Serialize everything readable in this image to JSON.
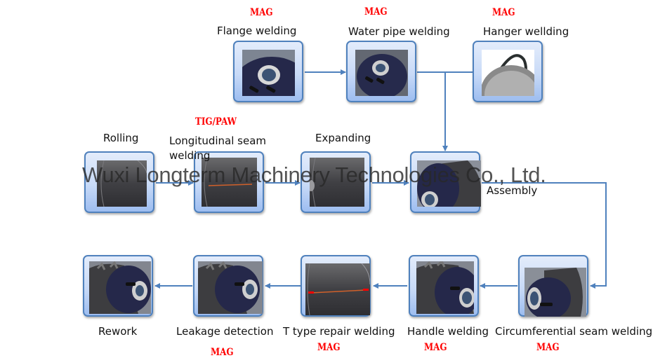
{
  "diagram": {
    "title": "Welding production process flow",
    "watermark": "Wuxi Longterm Machinery Technologies Co., Ltd.",
    "colors": {
      "connector": "#4f81bd",
      "process_label": "#ff0000",
      "node_border": "#4f81bd"
    },
    "steps": [
      {
        "id": "flange",
        "label": "Flange welding",
        "process": "MAG",
        "image": "flange-icon"
      },
      {
        "id": "water_pipe",
        "label": "Water pipe welding",
        "process": "MAG",
        "image": "water-pipe-icon"
      },
      {
        "id": "hanger",
        "label": "Hanger wellding",
        "process": "MAG",
        "image": "hanger-icon"
      },
      {
        "id": "rolling",
        "label": "Rolling",
        "process": "",
        "image": "cylinder-icon"
      },
      {
        "id": "longitudinal",
        "label": "Longitudinal seam welding",
        "label_line1": "Longitudinal seam",
        "label_line2": "welding",
        "process": "TIG/PAW",
        "image": "seam-cylinder-icon"
      },
      {
        "id": "expanding",
        "label": "Expanding",
        "process": "",
        "image": "cylinder-icon"
      },
      {
        "id": "assembly",
        "label": "Assembly",
        "process": "",
        "image": "assembly-icon"
      },
      {
        "id": "circumferential",
        "label": "Circumferential seam welding",
        "process": "MAG",
        "image": "tank-icon"
      },
      {
        "id": "handle",
        "label": "Handle welding",
        "process": "MAG",
        "image": "tank-handle-icon"
      },
      {
        "id": "t_repair",
        "label": "T type repair welding",
        "process": "MAG",
        "image": "seam-cylinder-icon"
      },
      {
        "id": "leakage",
        "label": "Leakage detection",
        "process": "MAG",
        "image": "tank-handle-icon"
      },
      {
        "id": "rework",
        "label": "Rework",
        "process": "",
        "image": "tank-handle-icon"
      }
    ],
    "flow": [
      [
        "flange",
        "water_pipe"
      ],
      [
        "water_pipe",
        "assembly"
      ],
      [
        "hanger",
        "assembly"
      ],
      [
        "rolling",
        "longitudinal"
      ],
      [
        "longitudinal",
        "expanding"
      ],
      [
        "expanding",
        "assembly"
      ],
      [
        "assembly",
        "circumferential"
      ],
      [
        "circumferential",
        "handle"
      ],
      [
        "handle",
        "t_repair"
      ],
      [
        "t_repair",
        "leakage"
      ],
      [
        "leakage",
        "rework"
      ]
    ]
  }
}
